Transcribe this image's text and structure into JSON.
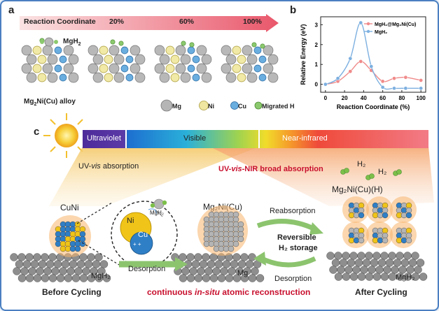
{
  "panels": {
    "a": {
      "letter": "a",
      "reaction_coordinate_label": "Reaction Coordinate",
      "progress_labels": [
        "20%",
        "60%",
        "100%"
      ],
      "mgh2_label": "MgH",
      "mgh2_sub": "2",
      "alloy_label_pre": "Mg",
      "alloy_sub": "2",
      "alloy_label_post": "Ni(Cu) alloy",
      "legend": [
        "Mg",
        "Ni",
        "Cu",
        "Migrated H"
      ]
    },
    "b": {
      "letter": "b",
      "chart_data": {
        "type": "line",
        "xlabel": "Reaction Coordinate (%)",
        "ylabel": "Relative Energy (eV)",
        "xlim": [
          -5,
          105
        ],
        "ylim": [
          -0.4,
          3.4
        ],
        "xticks": [
          "0",
          "20",
          "40",
          "60",
          "80",
          "100"
        ],
        "yticks": [
          "0",
          "1",
          "2",
          "3"
        ],
        "grid": false,
        "legend_position": "top-right",
        "legend_entries": [
          "MgH₂@Mg₂Ni(Cu)",
          "MgH₂"
        ],
        "series": [
          {
            "name": "MgH₂@Mg₂Ni(Cu)",
            "color": "#f08a8a",
            "x": [
              0,
              13,
              26,
              37,
              48,
              60,
              72,
              84,
              100
            ],
            "y": [
              0,
              0.15,
              0.65,
              1.15,
              0.7,
              0.15,
              0.3,
              0.35,
              0.2
            ]
          },
          {
            "name": "MgH₂",
            "color": "#7db0e0",
            "x": [
              0,
              13,
              26,
              37,
              48,
              60,
              72,
              84,
              100
            ],
            "y": [
              0,
              0.3,
              1.3,
              3.1,
              0.9,
              -0.15,
              -0.2,
              -0.2,
              -0.2
            ]
          }
        ]
      }
    },
    "c": {
      "letter": "c",
      "spectrum": [
        "Ultraviolet",
        "Visible",
        "Near-infrared"
      ],
      "uv_absorption_pre": "UV-",
      "uv_absorption_em": "vis",
      "uv_absorption_post": " absorption",
      "broad_absorption_pre": "UV-",
      "broad_absorption_em": "vis",
      "broad_absorption_post": "-NIR broad absorption",
      "cuni_label": "CuNi",
      "inset_labels": [
        "Ni",
        "Cu",
        "MgH₂"
      ],
      "mg2nicu_label": "Mg₂Ni(Cu)",
      "mg2nicuh_label": "Mg₂Ni(Cu)(H)",
      "h2_label": "H₂",
      "reabsorption_label": "Reabsorption",
      "reversible_label": "Reversible",
      "h2_storage_label": "H₂ storage",
      "desorption_label": "Desorption",
      "desorption_right_label": "Desorption",
      "mgh2_left": "MgH₂",
      "mg_center": "Mg",
      "mgh2_right": "MgH₂",
      "before_label": "Before Cycling",
      "after_label": "After Cycling",
      "reconstruction_pre": "continuous ",
      "reconstruction_em": "in-situ",
      "reconstruction_post": " atomic reconstruction"
    }
  },
  "colors": {
    "mg": "#a9a9a9",
    "ni": "#f0c419",
    "cu": "#2f7fc6",
    "h": "#7cc04a",
    "frame": "#4a7fc1",
    "accent_red": "#c8102e"
  }
}
